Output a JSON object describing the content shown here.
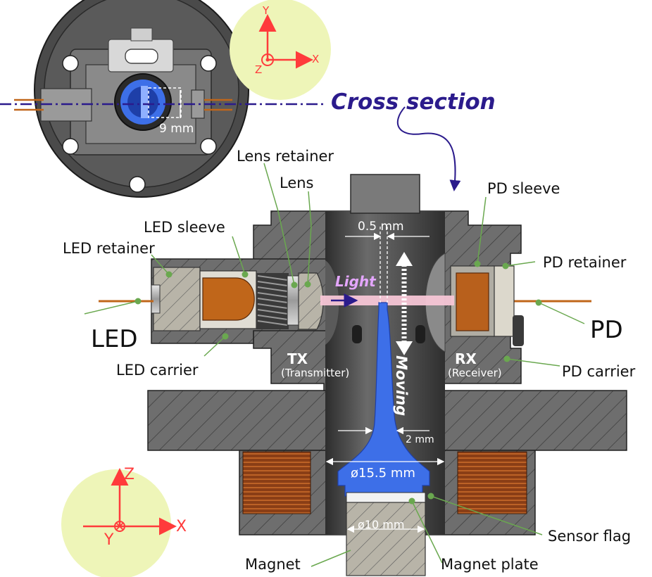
{
  "title": "Cross section",
  "labels": {
    "lens_retainer": "Lens retainer",
    "lens": "Lens",
    "led_sleeve": "LED sleeve",
    "led_retainer": "LED retainer",
    "led": "LED",
    "led_carrier": "LED carrier",
    "pd_sleeve": "PD sleeve",
    "pd_retainer": "PD retainer",
    "pd": "PD",
    "pd_carrier": "PD carrier",
    "sensor_flag": "Sensor flag",
    "magnet": "Magnet",
    "magnet_plate": "Magnet plate",
    "light": "Light",
    "moving": "Moving",
    "tx": "TX",
    "tx_sub": "(Transmitter)",
    "rx": "RX",
    "rx_sub": "(Receiver)"
  },
  "dimensions": {
    "gap": "0.5 mm",
    "aperture": "9 mm",
    "flag_width": "2 mm",
    "bore": "ø15.5 mm",
    "magnet_dia": "ø10 mm"
  },
  "axes": {
    "top": {
      "vertical": "Y",
      "horizontal": "X",
      "out": "Z"
    },
    "bottom": {
      "vertical": "Z",
      "horizontal": "X",
      "out": "Y"
    }
  },
  "colors": {
    "title": "#2b1b8c",
    "axis": "#ff3b3b",
    "axis_bg": "#eef5b8",
    "flag": "#3d6fe8",
    "light_beam": "#f7c6d6",
    "copper": "#c0661a",
    "leader_dot": "#6aa84f"
  }
}
